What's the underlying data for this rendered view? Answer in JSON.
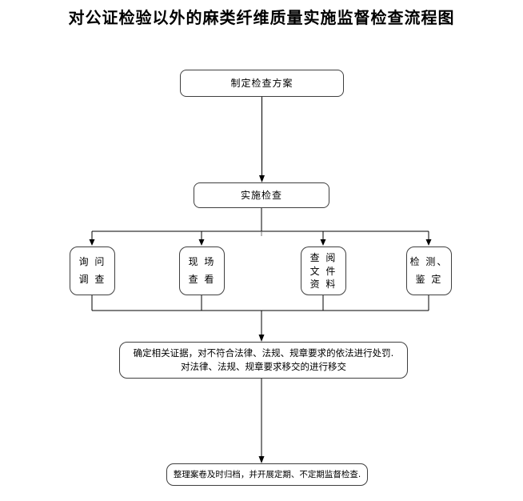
{
  "title": "对公证检验以外的麻类纤维质量实施监督检查流程图",
  "flow": {
    "nodes": {
      "plan": {
        "lines": [
          "制定检查方案"
        ]
      },
      "implement": {
        "lines": [
          "实施检查"
        ]
      },
      "inquiry": {
        "lines": [
          "询 问",
          "调 查"
        ]
      },
      "site": {
        "lines": [
          "现 场",
          "查 看"
        ]
      },
      "review": {
        "lines": [
          "查 阅",
          "文 件",
          "资 料"
        ]
      },
      "test": {
        "lines": [
          "检 测、",
          "鉴 定"
        ]
      },
      "penalty": {
        "lines": [
          "确定相关证据，对不符合法律、法规、规章要求的依法进行处罚.",
          "对法律、法规、规章要求移交的进行移交"
        ]
      },
      "archive": {
        "lines": [
          "整理案卷及时归档，并开展定期、不定期监督检查."
        ]
      }
    }
  },
  "colors": {
    "background": "#ffffff",
    "line": "#000000",
    "box_border": "#3f3f3f",
    "text": "#000000"
  }
}
